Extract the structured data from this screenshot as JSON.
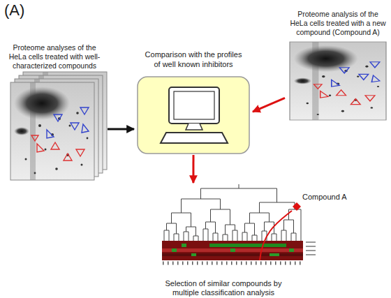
{
  "diagram": {
    "nodes": [
      {
        "text": [
          "Proteome analyses of the HeLa cells treated with well- characterized compounds"
        ]
      },
      {
        "text": [
          "Proteome analysis of the HeLa cells treated with a new compound (Compound A)"
        ]
      },
      {
        "text": [
          "Comparison with the profiles of well known inhibitors"
        ]
      },
      {
        "text": [
          "Selection of similar compounds by multiple classification analysis"
        ]
      }
    ],
    "edges": [
      {
        "from": 0,
        "to": 2,
        "arrow": "to"
      },
      {
        "from": 1,
        "to": 2,
        "arrow": "to"
      },
      {
        "from": 2,
        "to": 3,
        "arrow": "to"
      }
    ],
    "labels": [
      "(A)",
      "Compound A"
    ]
  }
}
